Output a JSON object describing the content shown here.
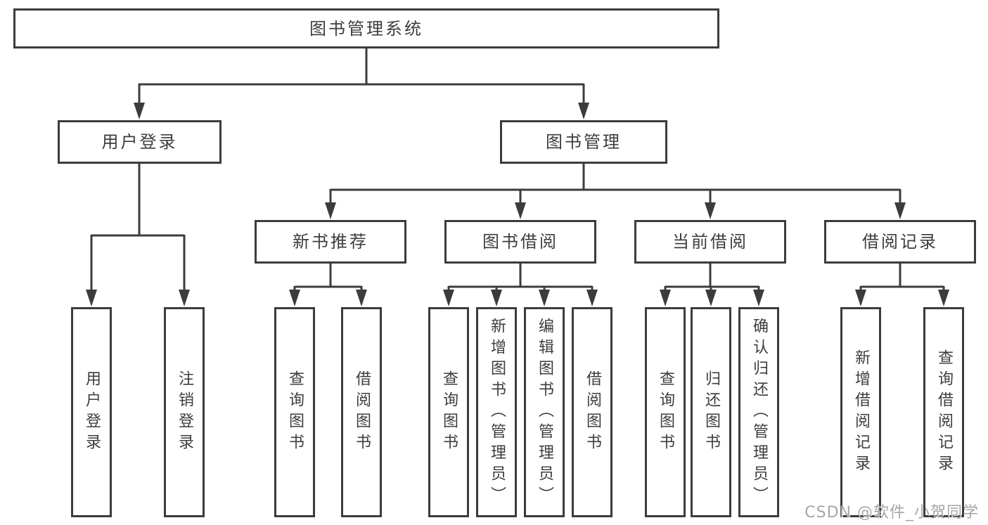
{
  "diagram": {
    "root": {
      "label": "图书管理系统",
      "children": [
        {
          "label": "用户登录",
          "children": [
            {
              "label": "用户登录"
            },
            {
              "label": "注销登录"
            }
          ]
        },
        {
          "label": "图书管理",
          "children": [
            {
              "label": "新书推荐",
              "children": [
                {
                  "label": "查询图书"
                },
                {
                  "label": "借阅图书"
                }
              ]
            },
            {
              "label": "图书借阅",
              "children": [
                {
                  "label": "查询图书"
                },
                {
                  "label": "新增图书（管理员）"
                },
                {
                  "label": "编辑图书（管理员）"
                },
                {
                  "label": "借阅图书"
                }
              ]
            },
            {
              "label": "当前借阅",
              "children": [
                {
                  "label": "查询图书"
                },
                {
                  "label": "归还图书"
                },
                {
                  "label": "确认归还（管理员）"
                }
              ]
            },
            {
              "label": "借阅记录",
              "children": [
                {
                  "label": "新增借阅记录"
                },
                {
                  "label": "查询借阅记录"
                }
              ]
            }
          ]
        }
      ]
    },
    "line_color": "#3c3c3c"
  },
  "watermark": {
    "text": "CSDN @软件_小贺同学"
  }
}
